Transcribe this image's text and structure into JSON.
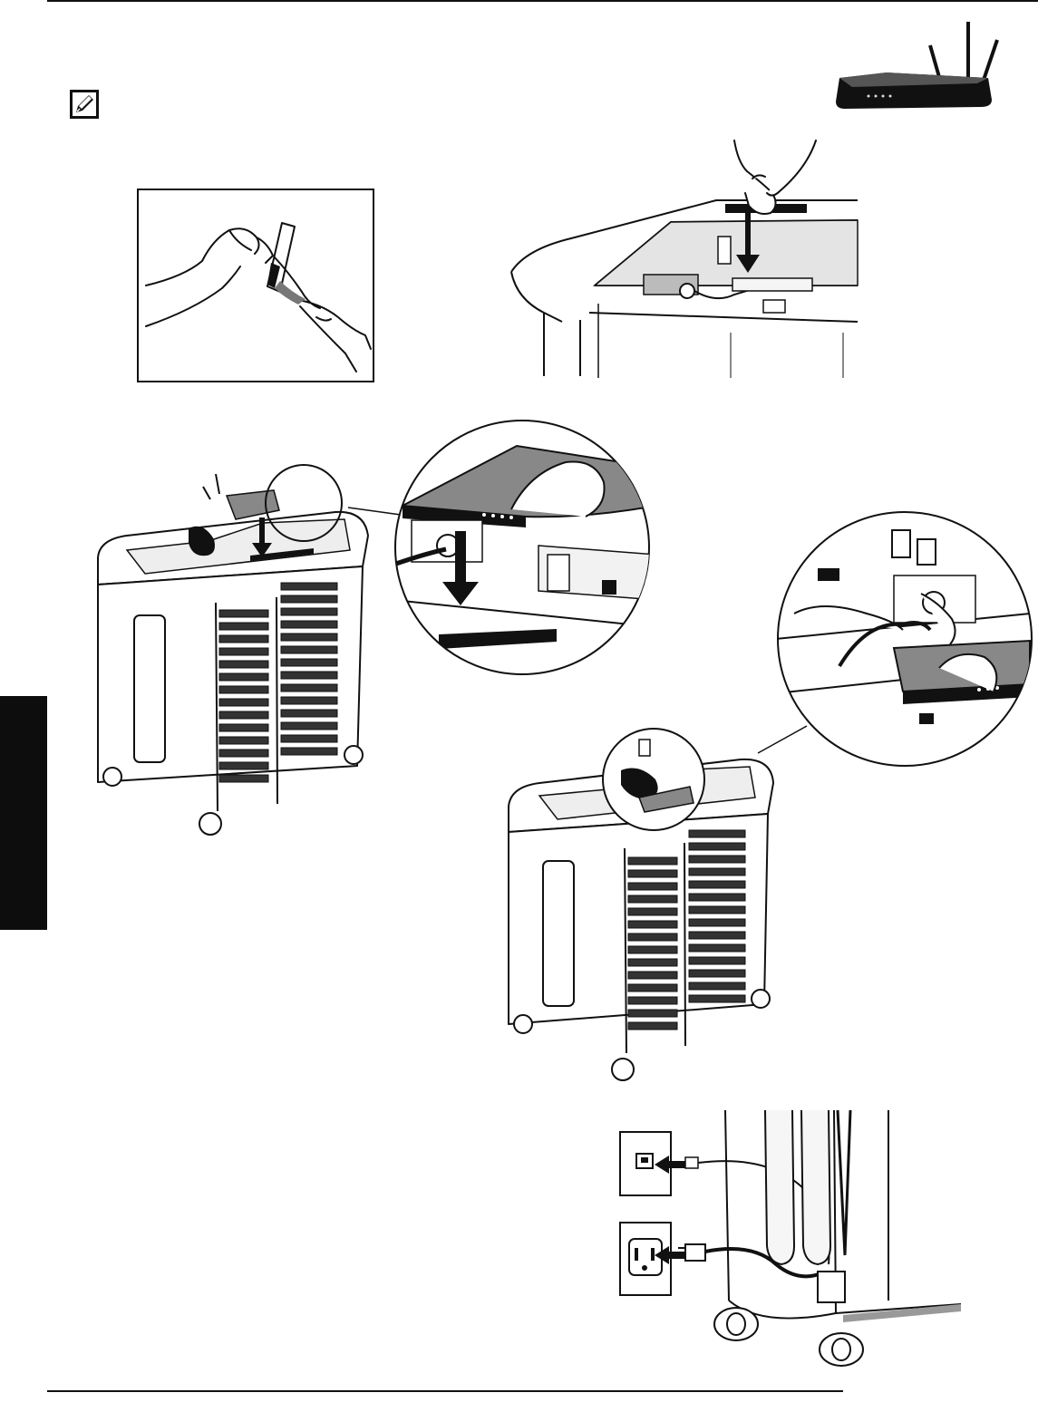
{
  "page": {
    "accent": "#0d0d0d",
    "icons": [
      "note-pencil-icon",
      "wireless-router-icon",
      "ethernet-wall-jack-icon",
      "power-outlet-icon"
    ]
  },
  "figures": [
    "hands-peel-hook-and-loop-strip",
    "press-strip-into-cart-top",
    "place-router-on-cart",
    "router-detail-callout",
    "plug-router-cables-callout",
    "cart-with-router-installed",
    "connect-cart-to-wall-outlets"
  ]
}
